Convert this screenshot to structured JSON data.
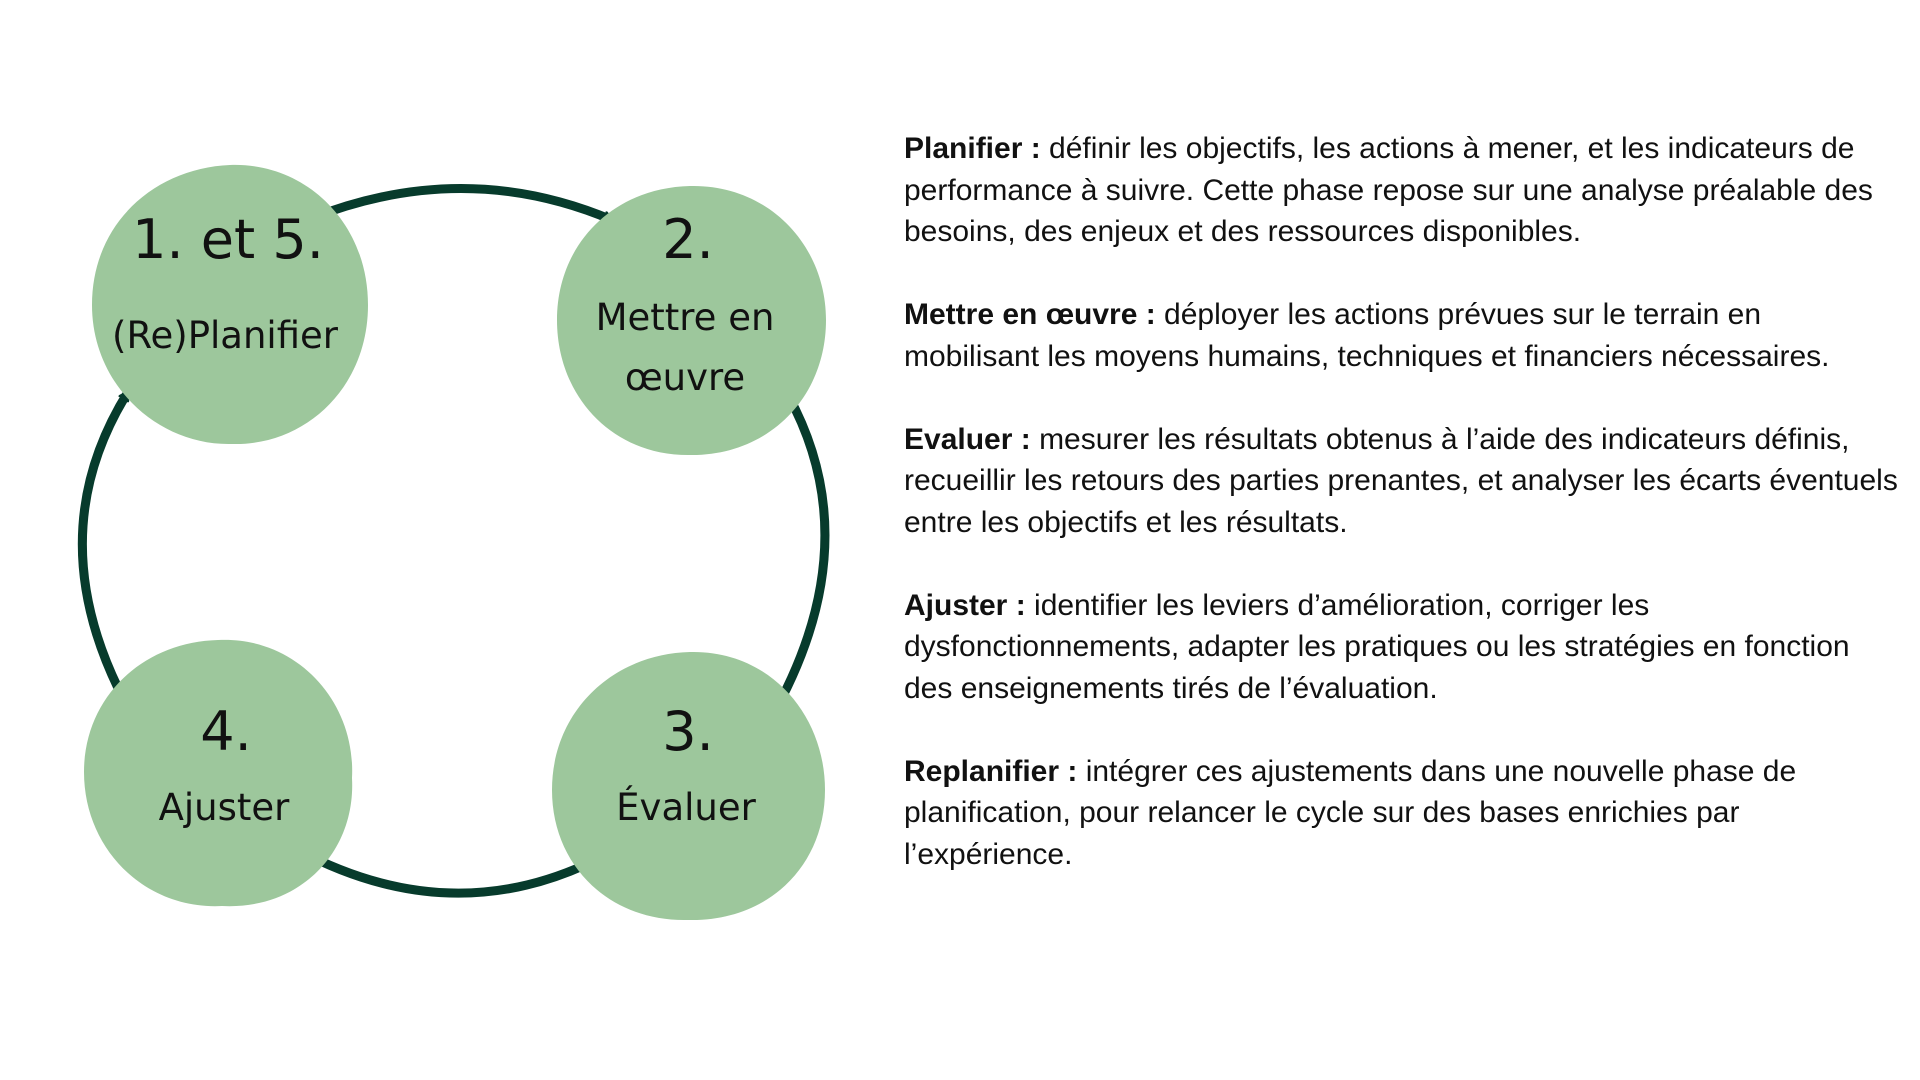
{
  "colors": {
    "node_fill": "#9dc79c",
    "arrow": "#073b2c",
    "text": "#111111",
    "background": "#ffffff"
  },
  "cycle": {
    "nodes": [
      {
        "id": "plan",
        "number": "1. et 5.",
        "label_lines": [
          "(Re)Planifier"
        ]
      },
      {
        "id": "implement",
        "number": "2.",
        "label_lines": [
          "Mettre en",
          "œuvre"
        ]
      },
      {
        "id": "evaluate",
        "number": "3.",
        "label_lines": [
          "Évaluer"
        ]
      },
      {
        "id": "adjust",
        "number": "4.",
        "label_lines": [
          "Ajuster"
        ]
      }
    ],
    "arrows": [
      {
        "from": "plan",
        "to": "implement"
      },
      {
        "from": "implement",
        "to": "evaluate"
      },
      {
        "from": "evaluate",
        "to": "adjust"
      },
      {
        "from": "adjust",
        "to": "plan"
      }
    ]
  },
  "descriptions": [
    {
      "term": "Planifier :",
      "text": " définir les objectifs, les actions à mener, et les indicateurs de performance à suivre. Cette phase repose sur une analyse préalable des besoins, des enjeux et des ressources disponibles."
    },
    {
      "term": "Mettre en œuvre :",
      "text": " déployer les actions prévues sur le terrain en mobilisant les moyens humains, techniques et financiers nécessaires."
    },
    {
      "term": "Evaluer :",
      "text": " mesurer les résultats obtenus à l’aide des indicateurs définis, recueillir les retours des parties prenantes, et analyser les écarts éventuels entre les objectifs et les résultats."
    },
    {
      "term": "Ajuster :",
      "text": " identifier les leviers d’amélioration, corriger les dysfonctionnements, adapter les pratiques ou les stratégies en fonction des enseignements tirés de l’évaluation."
    },
    {
      "term": "Replanifier :",
      "text": " intégrer ces ajustements dans une nouvelle phase de planification, pour relancer le cycle sur des bases enrichies par l’expérience."
    }
  ]
}
